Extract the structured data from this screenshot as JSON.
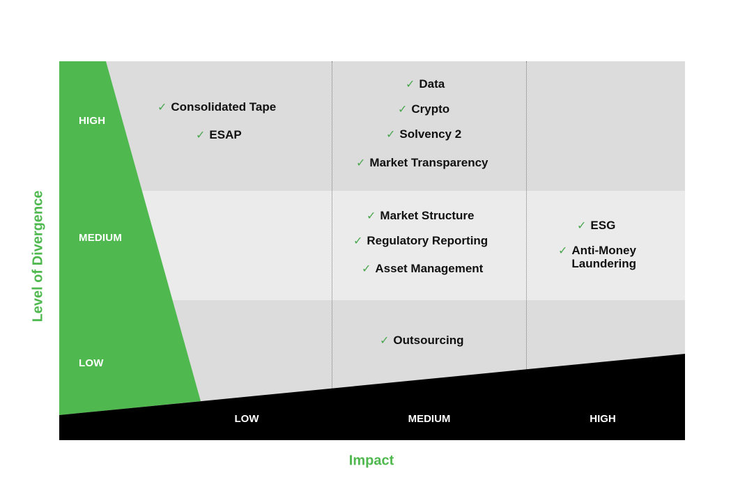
{
  "axes": {
    "y_title": "Level of Divergence",
    "x_title": "Impact"
  },
  "y_levels": [
    "HIGH",
    "MEDIUM",
    "LOW"
  ],
  "x_levels": [
    "LOW",
    "MEDIUM",
    "HIGH"
  ],
  "cells": {
    "high_low": [
      "Consolidated Tape",
      "ESAP"
    ],
    "high_medium": [
      "Data",
      "Crypto",
      "Solvency 2",
      "Market Transparency"
    ],
    "medium_medium": [
      "Market Structure",
      "Regulatory Reporting",
      "Asset Management"
    ],
    "medium_high": [
      "ESG",
      "Anti-Money",
      "Laundering"
    ],
    "low_medium": [
      "Outsourcing"
    ]
  },
  "check_glyph": "✓",
  "colors": {
    "accent_green": "#4fb84f",
    "check_green": "#4aa64f",
    "band_dark": "#dcdcdc",
    "band_light": "#ebebeb",
    "axis_black": "#000000"
  }
}
